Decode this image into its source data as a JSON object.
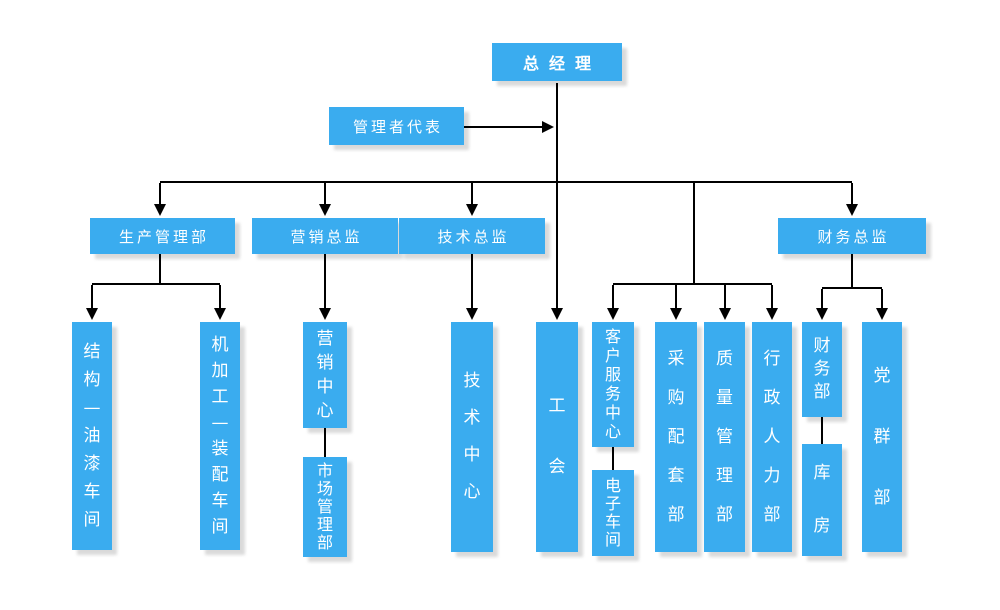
{
  "diagram": {
    "type": "org-chart",
    "background_color": "#FFFFFF",
    "node_fill_color": "#3AACEF",
    "node_text_color": "#FFFFFF",
    "connector_color": "#000000",
    "nodes": {
      "general_manager": {
        "label": "总经理"
      },
      "management_rep": {
        "label": "管理者代表"
      },
      "production_mgmt": {
        "label": "生产管理部"
      },
      "marketing_director": {
        "label": "营销总监"
      },
      "tech_director": {
        "label": "技术总监"
      },
      "finance_director": {
        "label": "财务总监"
      },
      "structure_paint_workshop": {
        "label": "结构—油漆车间"
      },
      "machining_assembly_workshop": {
        "label": "机加工—装配车间"
      },
      "marketing_center": {
        "label": "营销中心"
      },
      "market_mgmt_dept": {
        "label": "市场管理部"
      },
      "tech_center": {
        "label": "技术中心"
      },
      "labor_union": {
        "label": "工会"
      },
      "customer_service_center": {
        "label": "客户服务中心"
      },
      "electronics_workshop": {
        "label": "电子车间"
      },
      "procurement_dept": {
        "label": "采购配套部"
      },
      "quality_mgmt_dept": {
        "label": "质量管理部"
      },
      "admin_hr_dept": {
        "label": "行政人力部"
      },
      "finance_dept": {
        "label": "财务部"
      },
      "warehouse": {
        "label": "库房"
      },
      "party_mass_dept": {
        "label": "党群部"
      }
    },
    "edges": [
      {
        "from": "management_rep",
        "to": "general_manager",
        "style": "staff-arrow"
      },
      {
        "from": "general_manager",
        "to": "production_mgmt"
      },
      {
        "from": "general_manager",
        "to": "marketing_director"
      },
      {
        "from": "general_manager",
        "to": "tech_director"
      },
      {
        "from": "general_manager",
        "to": "finance_director"
      },
      {
        "from": "general_manager",
        "to": "labor_union"
      },
      {
        "from": "general_manager",
        "to": "customer_service_center"
      },
      {
        "from": "general_manager",
        "to": "procurement_dept"
      },
      {
        "from": "general_manager",
        "to": "quality_mgmt_dept"
      },
      {
        "from": "general_manager",
        "to": "admin_hr_dept"
      },
      {
        "from": "production_mgmt",
        "to": "structure_paint_workshop"
      },
      {
        "from": "production_mgmt",
        "to": "machining_assembly_workshop"
      },
      {
        "from": "marketing_director",
        "to": "marketing_center"
      },
      {
        "from": "marketing_center",
        "to": "market_mgmt_dept"
      },
      {
        "from": "tech_director",
        "to": "tech_center"
      },
      {
        "from": "customer_service_center",
        "to": "electronics_workshop"
      },
      {
        "from": "finance_director",
        "to": "finance_dept"
      },
      {
        "from": "finance_director",
        "to": "party_mass_dept"
      },
      {
        "from": "finance_dept",
        "to": "warehouse"
      }
    ]
  }
}
